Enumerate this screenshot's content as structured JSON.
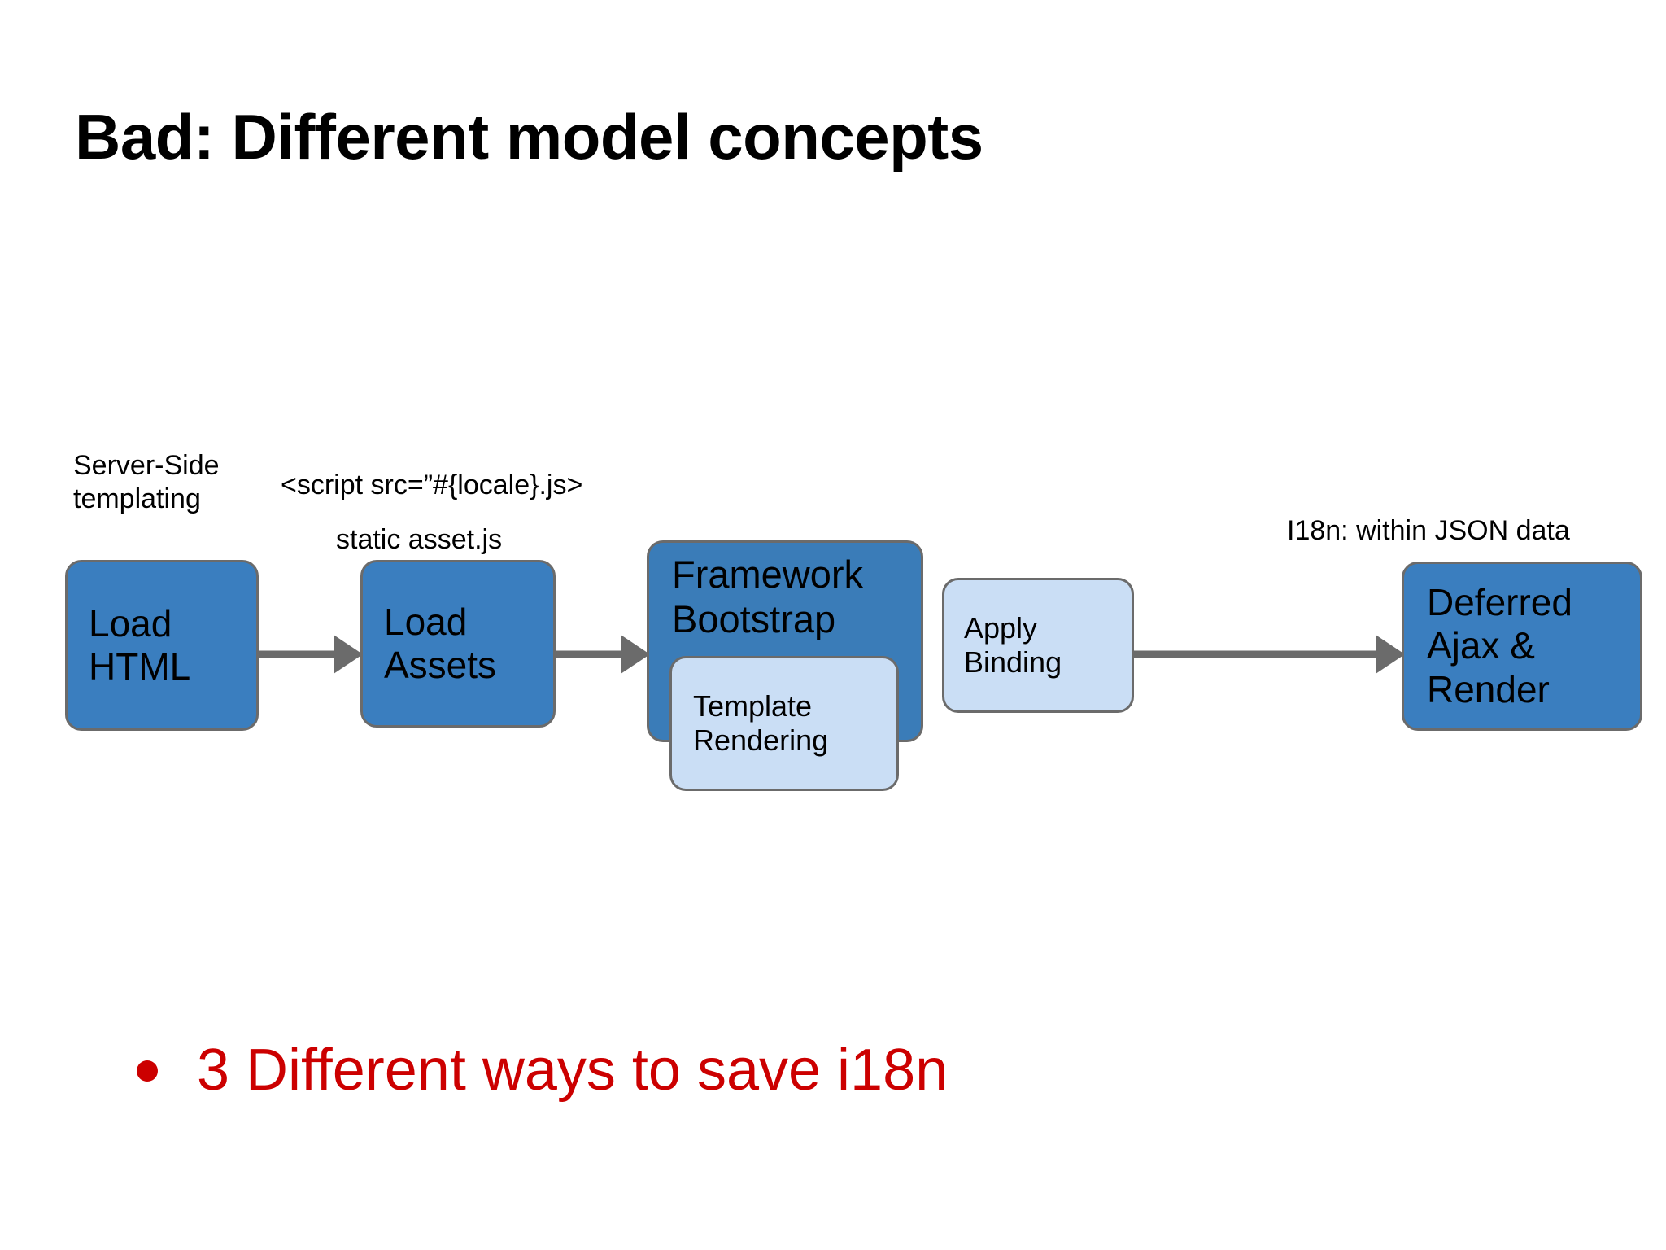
{
  "slide": {
    "title": "Bad: Different model concepts",
    "background_color": "#ffffff"
  },
  "diagram": {
    "type": "flowchart",
    "annotations": [
      {
        "id": "server-side",
        "text": "Server-Side\ntemplating"
      },
      {
        "id": "script-src",
        "text": "<script src=”#{locale}.js>"
      },
      {
        "id": "static-asset",
        "text": "static asset.js"
      },
      {
        "id": "i18n-json",
        "text": "I18n: within JSON data"
      }
    ],
    "nodes": [
      {
        "id": "load-html",
        "label": "Load\nHTML",
        "fill": "#3a7ebf",
        "border": "#6b6b6b"
      },
      {
        "id": "load-assets",
        "label": "Load\nAssets",
        "fill": "#3a7ebf",
        "border": "#6b6b6b"
      },
      {
        "id": "framework",
        "label": "Framework\nBootstrap",
        "fill": "#3a7cb8",
        "border": "#6b6b6b"
      },
      {
        "id": "template",
        "label": "Template\nRendering",
        "fill": "#cadef5",
        "border": "#6b6b6b"
      },
      {
        "id": "apply-binding",
        "label": "Apply Binding",
        "fill": "#cadef5",
        "border": "#6b6b6b"
      },
      {
        "id": "deferred",
        "label": "Deferred\nAjax &\nRender",
        "fill": "#3a7ebf",
        "border": "#6b6b6b"
      }
    ],
    "arrows": [
      {
        "id": "arrow-1",
        "from": "load-html",
        "to": "load-assets",
        "color": "#6b6b6b"
      },
      {
        "id": "arrow-2",
        "from": "load-assets",
        "to": "framework",
        "color": "#6b6b6b"
      },
      {
        "id": "arrow-3",
        "from": "apply-binding",
        "to": "deferred",
        "color": "#6b6b6b"
      }
    ]
  },
  "bullet": {
    "marker": "bullet-dot",
    "text": "3 Different ways to save i18n",
    "color": "#cc0000"
  }
}
